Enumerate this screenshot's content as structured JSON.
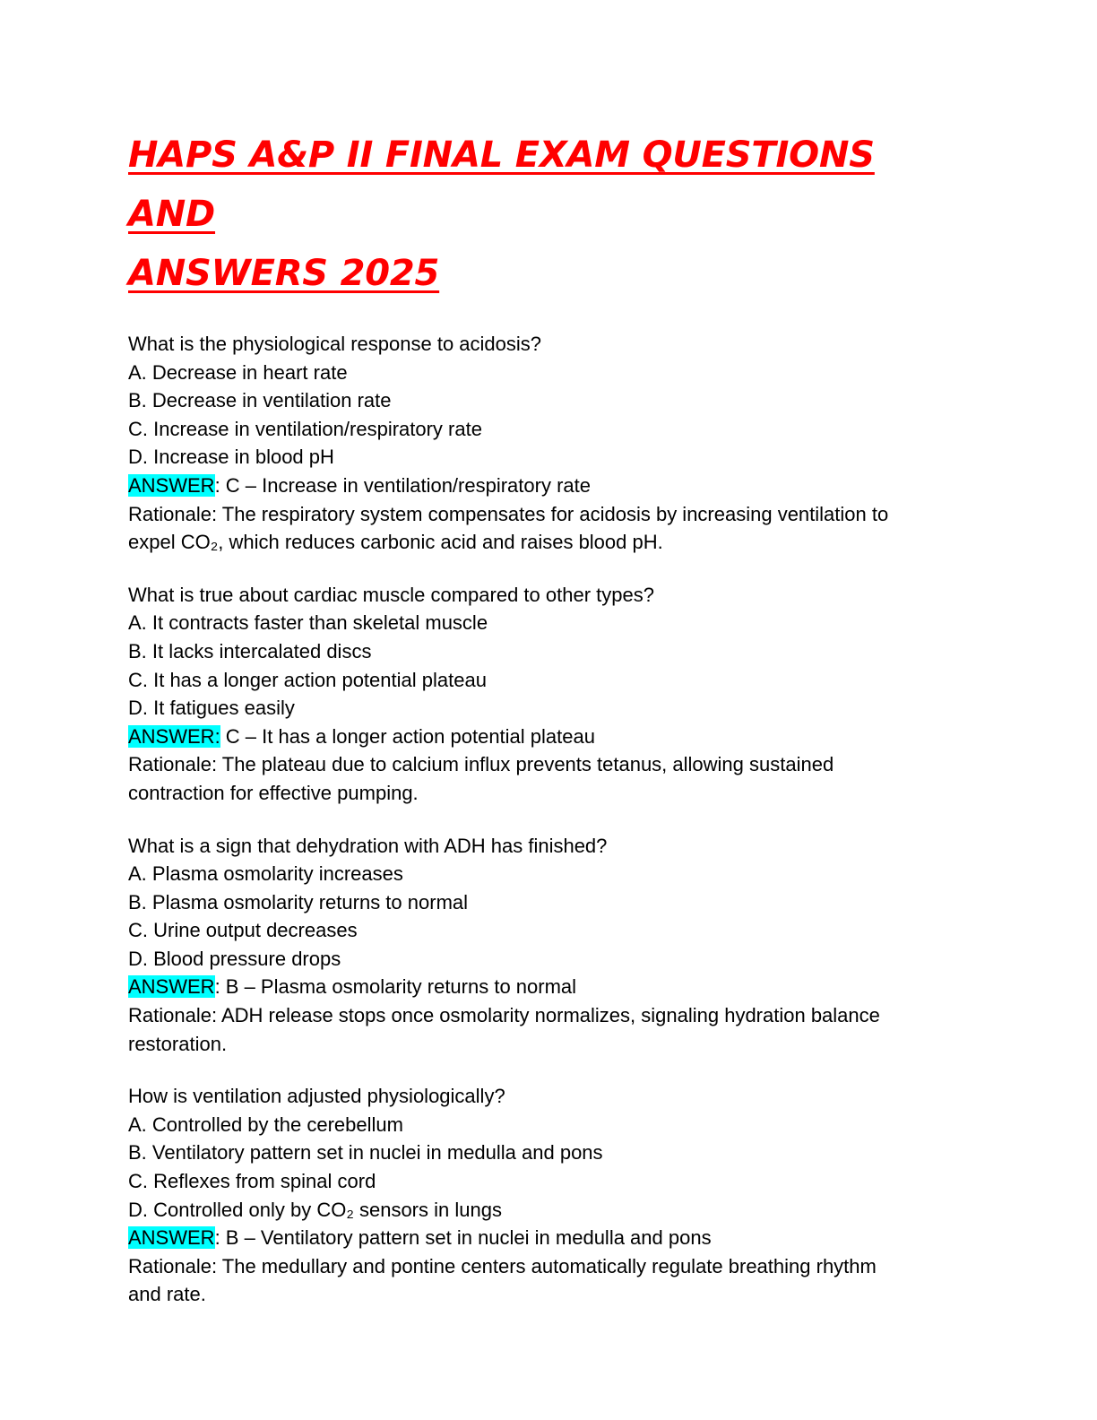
{
  "document": {
    "title_line1": "HAPS A&P II FINAL EXAM QUESTIONS AND",
    "title_line2": "ANSWERS 2025",
    "answer_label": "ANSWER",
    "colors": {
      "title": "#ff0000",
      "answer_highlight": "#00ffff"
    },
    "questions": [
      {
        "question": "What is the physiological response to acidosis?",
        "options": [
          "A. Decrease in heart rate",
          "B. Decrease in ventilation rate",
          "C. Increase in ventilation/respiratory rate",
          "D. Increase in blood pH"
        ],
        "answer_sep": ": ",
        "answer_text": "C – Increase in ventilation/respiratory rate",
        "rationale_line1": "Rationale: The respiratory system compensates for acidosis by increasing ventilation to",
        "rationale_line2": "expel CO₂, which reduces carbonic acid and raises blood pH."
      },
      {
        "question": "What is true about cardiac muscle compared to other types?",
        "options": [
          "A. It contracts faster than skeletal muscle",
          "B. It lacks intercalated discs",
          "C. It has a longer action potential plateau",
          "D. It fatigues easily"
        ],
        "answer_sep": ":",
        "answer_text": " C – It has a longer action potential plateau",
        "rationale_line1": "Rationale: The plateau due to calcium influx prevents tetanus, allowing sustained",
        "rationale_line2": "contraction for effective pumping."
      },
      {
        "question": "What is a sign that dehydration with ADH has finished?",
        "options": [
          "A. Plasma osmolarity increases",
          "B. Plasma osmolarity returns to normal",
          "C. Urine output decreases",
          "D. Blood pressure drops"
        ],
        "answer_sep": ": ",
        "answer_text": "B – Plasma osmolarity returns to normal",
        "rationale_line1": "Rationale: ADH release stops once osmolarity normalizes, signaling hydration balance",
        "rationale_line2": "restoration."
      },
      {
        "question": "How is ventilation adjusted physiologically?",
        "options": [
          "A. Controlled by the cerebellum",
          "B. Ventilatory pattern set in nuclei in medulla and pons",
          "C. Reflexes from spinal cord",
          "D. Controlled only by CO₂ sensors in lungs"
        ],
        "answer_sep": ": ",
        "answer_text": "B – Ventilatory pattern set in nuclei in medulla and pons",
        "rationale_line1": "Rationale: The medullary and pontine centers automatically regulate breathing rhythm",
        "rationale_line2": "and rate."
      }
    ]
  }
}
